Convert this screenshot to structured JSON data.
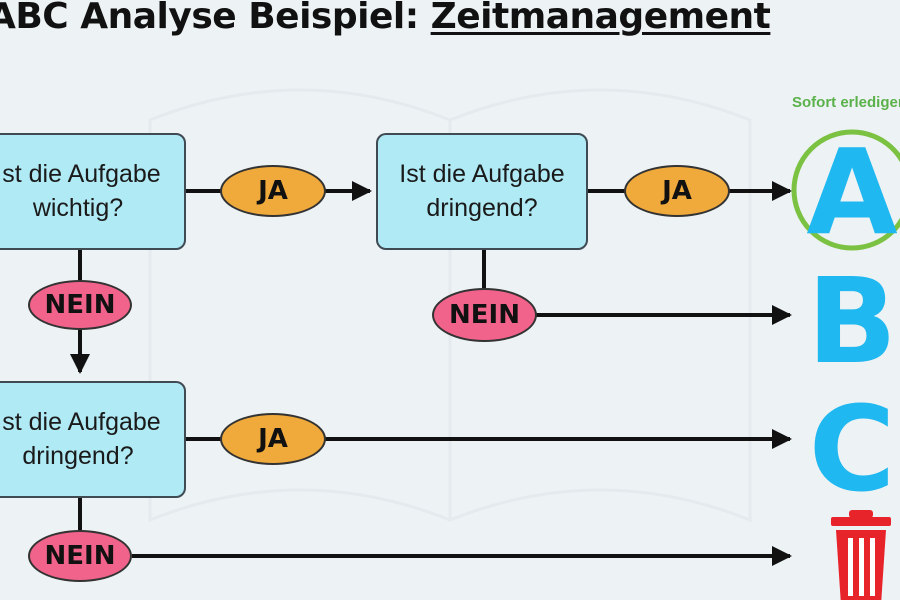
{
  "title": {
    "prefix": "ABC Analyse Beispiel: ",
    "highlight": "Zeitmanagement"
  },
  "questions": {
    "q1": "Ist die Aufgabe wichtig?",
    "q2": "Ist die Aufgabe dringend?",
    "q3": "Ist die Aufgabe dringend?"
  },
  "answers": {
    "yes": "JA",
    "no": "NEIN"
  },
  "outcomes": {
    "a": "A",
    "b": "B",
    "c": "C",
    "a_note": "Sofort erledigen"
  },
  "icons": {
    "trash": "trash-icon"
  },
  "colors": {
    "box": "#b0eaf5",
    "yes": "#f0a93b",
    "no": "#f1638b",
    "letter": "#1fb8f0",
    "ring": "#7cc242",
    "trash": "#e8242b"
  }
}
